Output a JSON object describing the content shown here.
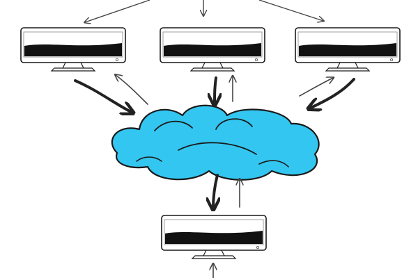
{
  "diagram": {
    "nodes": [
      {
        "id": "monitor-top-left",
        "kind": "monitor"
      },
      {
        "id": "monitor-top-center",
        "kind": "monitor"
      },
      {
        "id": "monitor-top-right",
        "kind": "monitor"
      },
      {
        "id": "cloud",
        "kind": "cloud"
      },
      {
        "id": "monitor-bottom",
        "kind": "monitor"
      }
    ],
    "edges": [
      {
        "from": "monitor-top-left",
        "to": "cloud",
        "style": "bold"
      },
      {
        "from": "cloud",
        "to": "monitor-top-left",
        "style": "thin"
      },
      {
        "from": "monitor-top-center",
        "to": "cloud",
        "style": "bold"
      },
      {
        "from": "cloud",
        "to": "monitor-top-center",
        "style": "thin"
      },
      {
        "from": "monitor-top-right",
        "to": "cloud",
        "style": "thin"
      },
      {
        "from": "cloud",
        "to": "monitor-top-right",
        "style": "bold"
      },
      {
        "from": "cloud",
        "to": "monitor-bottom",
        "style": "bold"
      },
      {
        "from": "monitor-bottom",
        "to": "cloud",
        "style": "thin"
      }
    ]
  },
  "colors": {
    "cloud_fill": "#33c6f0",
    "outline": "#1a1a1a",
    "screen_band": "#111111",
    "arrow": "#222222",
    "arrow_thin": "#444444",
    "background": "#ffffff"
  },
  "icons": [
    "monitor-icon",
    "cloud-icon",
    "arrow-icon"
  ]
}
